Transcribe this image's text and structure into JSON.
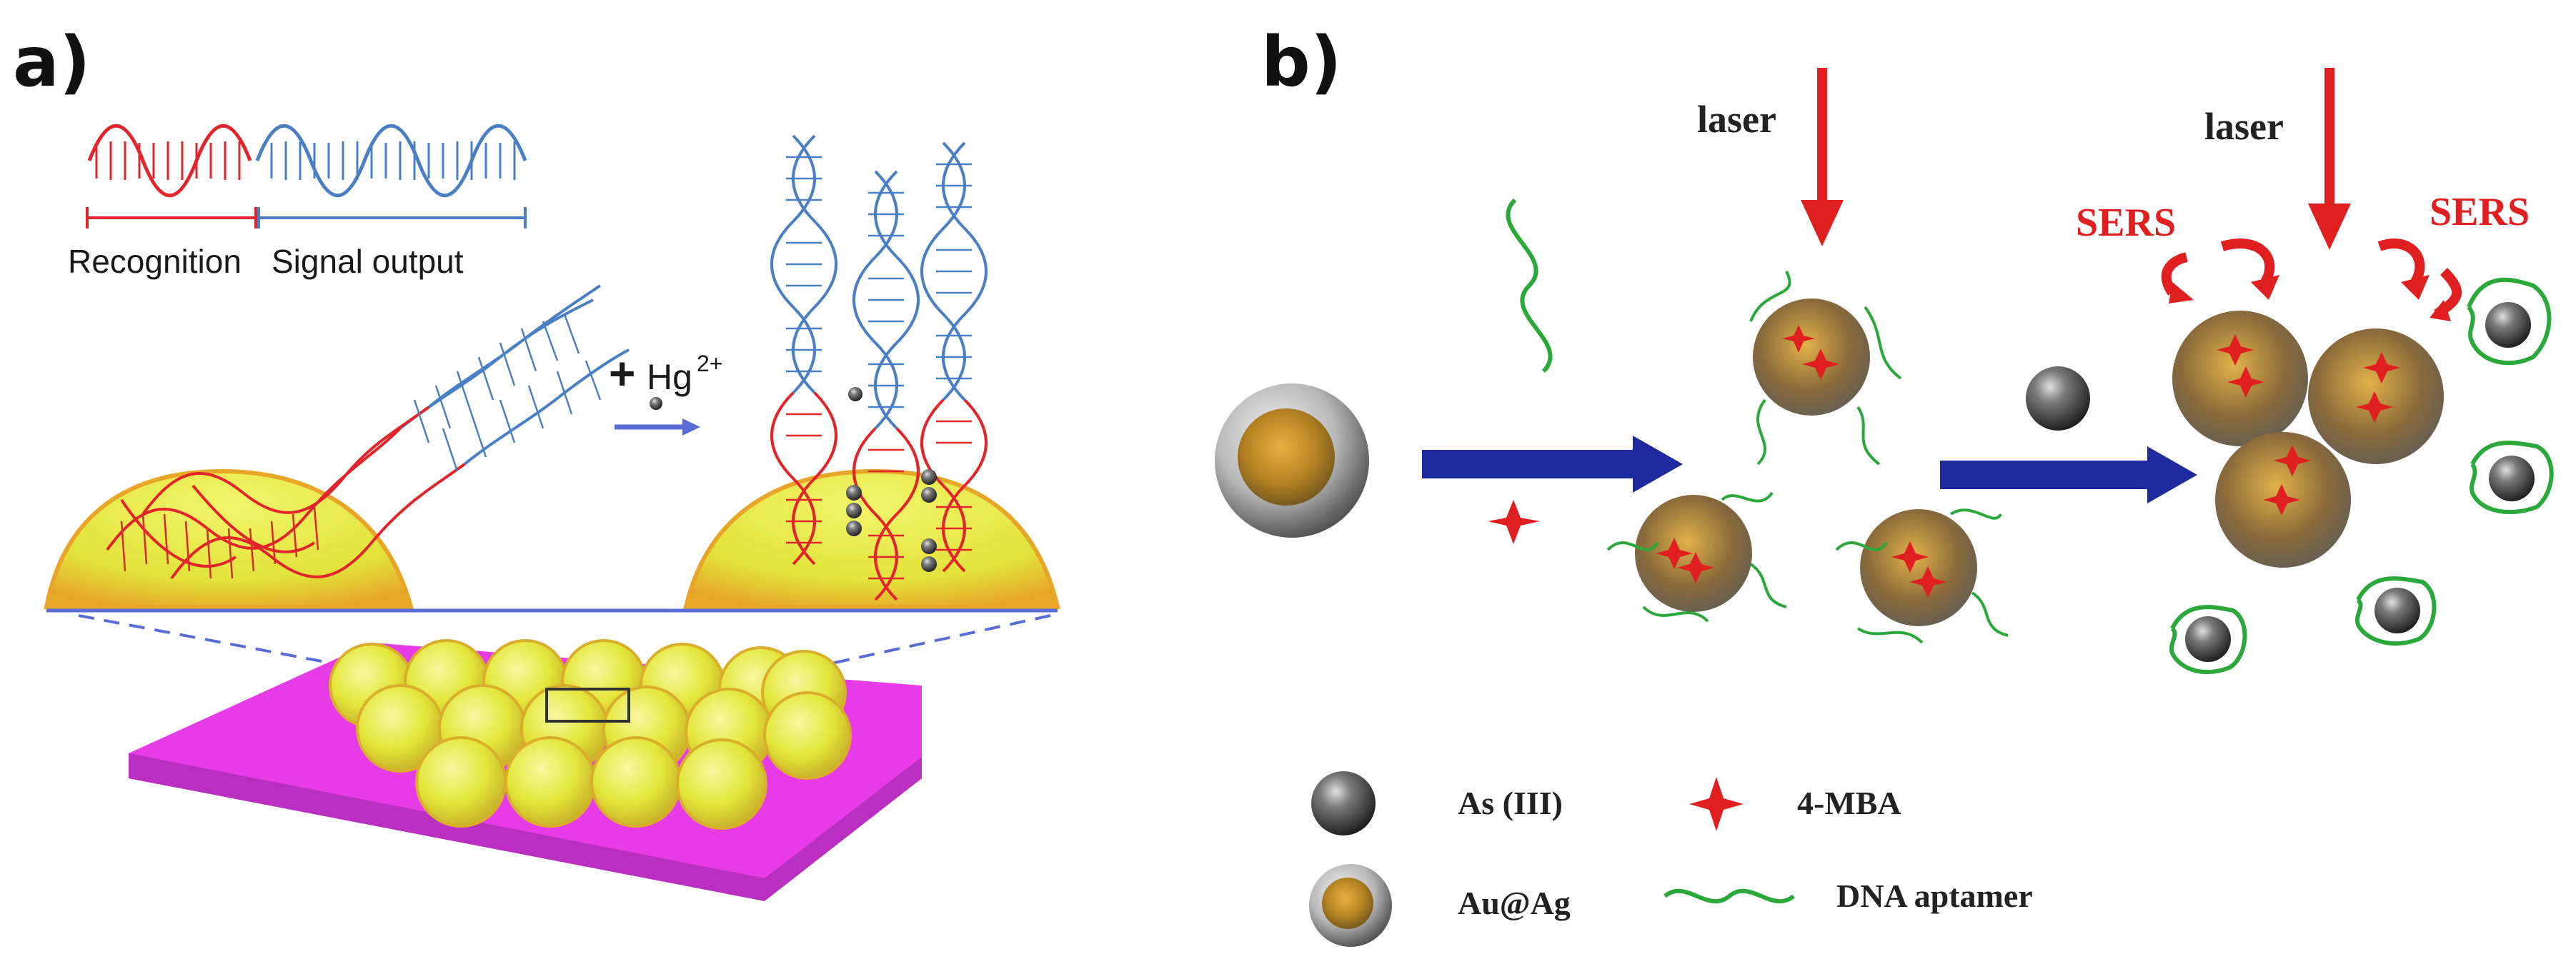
{
  "panel_a": {
    "label": "a)",
    "legend_recognition": "Recognition",
    "legend_signal": "Signal output",
    "reagent_plus": "+",
    "reagent_ion": "Hg",
    "reagent_charge": "2+"
  },
  "panel_b": {
    "label": "b)",
    "laser_1": "laser",
    "laser_2": "laser",
    "sers_left": "SERS",
    "sers_right": "SERS",
    "legend": {
      "as": "As (III)",
      "mba": "4-MBA",
      "auag": "Au@Ag",
      "dna": "DNA aptamer"
    }
  },
  "colors": {
    "recognition_strand": "#e0262a",
    "signal_strand": "#4a7fc4",
    "gold_bead": "#e6e83a",
    "substrate": "#e63be6",
    "arrow_blue": "#1f2a9e",
    "laser_red": "#e02020",
    "aptamer_green": "#2aa83a"
  }
}
